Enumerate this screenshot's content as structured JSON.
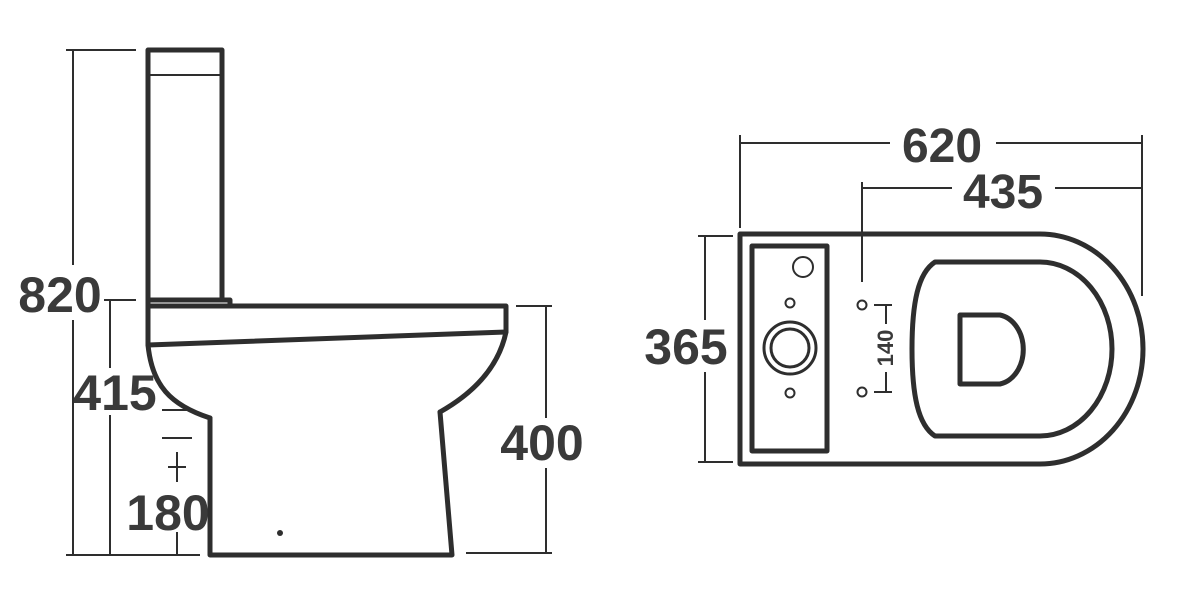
{
  "side_view": {
    "dims": {
      "overall_height": "820",
      "seat_height": "415",
      "outlet_height": "180",
      "pan_height": "400"
    }
  },
  "plan_view": {
    "dims": {
      "overall_length": "620",
      "pan_length": "435",
      "width": "365",
      "fixing_centres": "140"
    }
  }
}
